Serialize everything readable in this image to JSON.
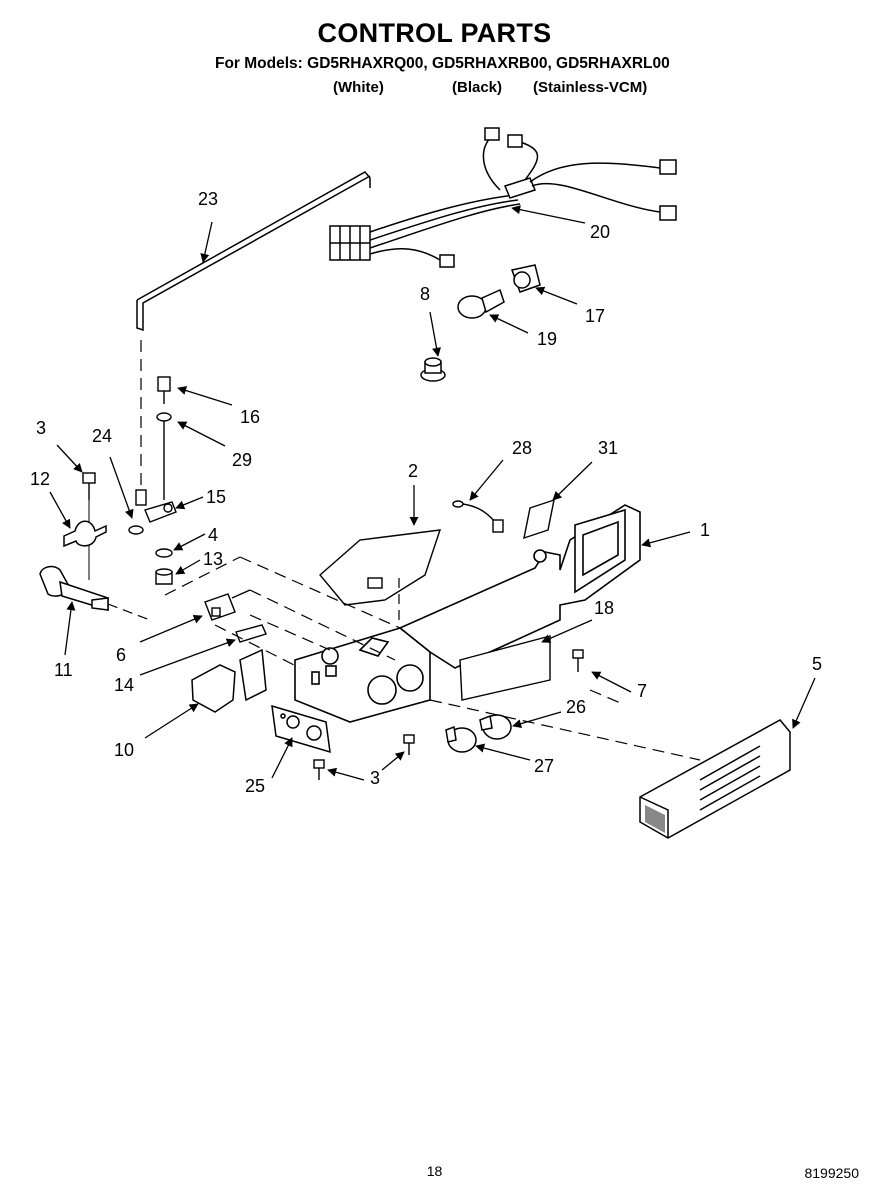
{
  "header": {
    "title": "CONTROL PARTS",
    "models_line": "For Models: GD5RHAXRQ00, GD5RHAXRB00, GD5RHAXRL00",
    "variants": [
      "(White)",
      "(Black)",
      "(Stainless-VCM)"
    ]
  },
  "callouts": [
    "23",
    "20",
    "8",
    "17",
    "19",
    "16",
    "3",
    "24",
    "29",
    "12",
    "15",
    "4",
    "13",
    "28",
    "31",
    "2",
    "1",
    "18",
    "5",
    "11",
    "6",
    "14",
    "7",
    "26",
    "10",
    "27",
    "25",
    "3"
  ],
  "footer": {
    "page_number": "18",
    "doc_number": "8199250"
  }
}
